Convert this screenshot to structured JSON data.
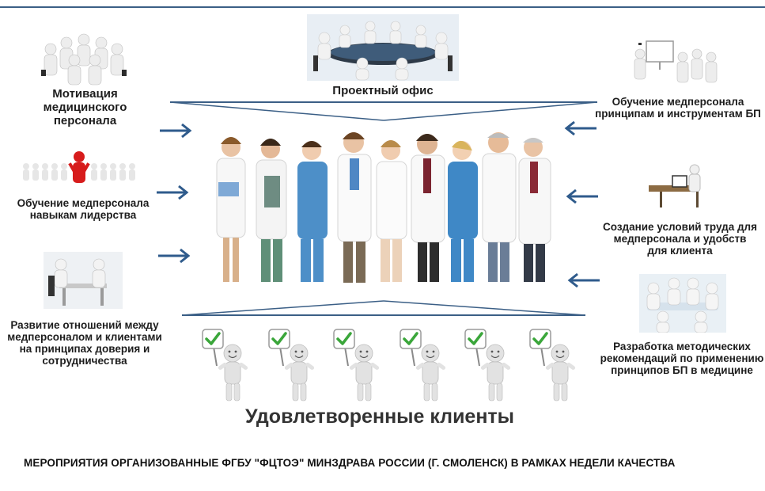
{
  "center": {
    "top_label": "Проектный офис",
    "bottom_label": "Удовлетворенные клиенты"
  },
  "left": [
    {
      "label": "Мотивация медицинского персонала"
    },
    {
      "label": "Обучение медперсонала навыкам лидерства"
    },
    {
      "label": "Развитие отношений между медперсоналом и клиентами на принципах доверия и сотрудничества"
    }
  ],
  "right": [
    {
      "label": "Обучение медперсонала принципам и инструментам БП"
    },
    {
      "label": "Создание условий труда для медперсонала и удобств для клиента"
    },
    {
      "label": "Разработка методических рекомендаций по применению принципов БП в медицине"
    }
  ],
  "footer": "МЕРОПРИЯТИЯ ОРГАНИЗОВАННЫЕ ФГБУ \"ФЦТОЭ\" МИНЗДРАВА РОССИИ (Г. СМОЛЕНСК) В РАМКАХ НЕДЕЛИ КАЧЕСТВА",
  "colors": {
    "arrow": "#2f5b8c",
    "line": "#3b5f86",
    "check": "#3aa63a",
    "figure": "#d7d7d7"
  }
}
